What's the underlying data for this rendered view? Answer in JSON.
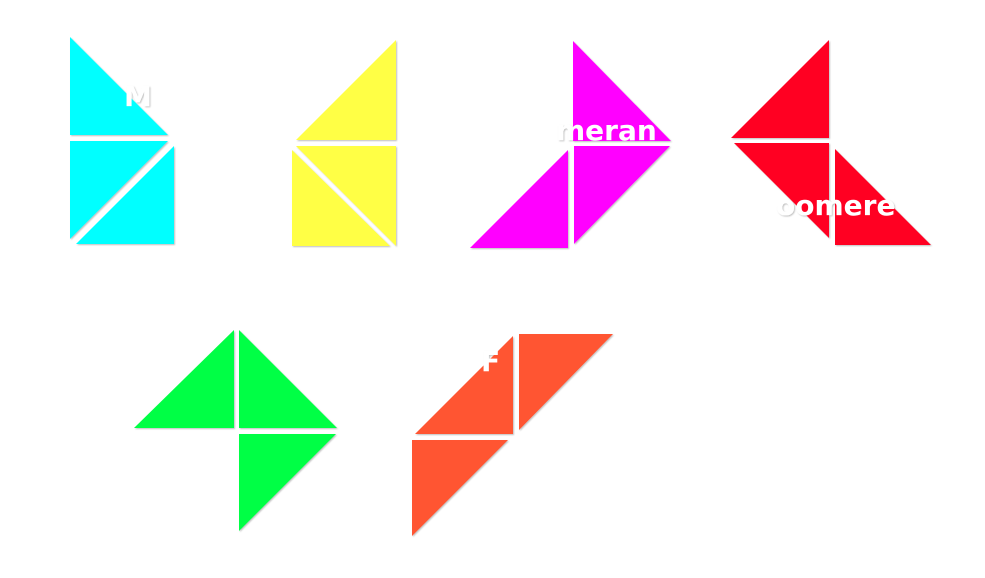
{
  "colors": {
    "background": "#ffffff",
    "gap": "#ffffff",
    "cyan": "#00ffff",
    "yellow": "#ffff44",
    "magenta": "#ff00ff",
    "red": "#ff0022",
    "green": "#00ff44",
    "orange": "#ff5533"
  },
  "shapes": [
    {
      "name": "cyan-triangle-shape",
      "color": "#00ffff",
      "overlay_text": "M"
    },
    {
      "name": "yellow-triangle-shape",
      "color": "#ffff44",
      "overlay_text": ""
    },
    {
      "name": "magenta-triangle-shape",
      "color": "#ff00ff",
      "overlay_text": "meran"
    },
    {
      "name": "red-triangle-shape",
      "color": "#ff0022",
      "overlay_text": "oomere"
    },
    {
      "name": "green-triangle-shape",
      "color": "#00ff44",
      "overlay_text": ""
    },
    {
      "name": "orange-triangle-shape",
      "color": "#ff5533",
      "overlay_text": "F"
    }
  ]
}
